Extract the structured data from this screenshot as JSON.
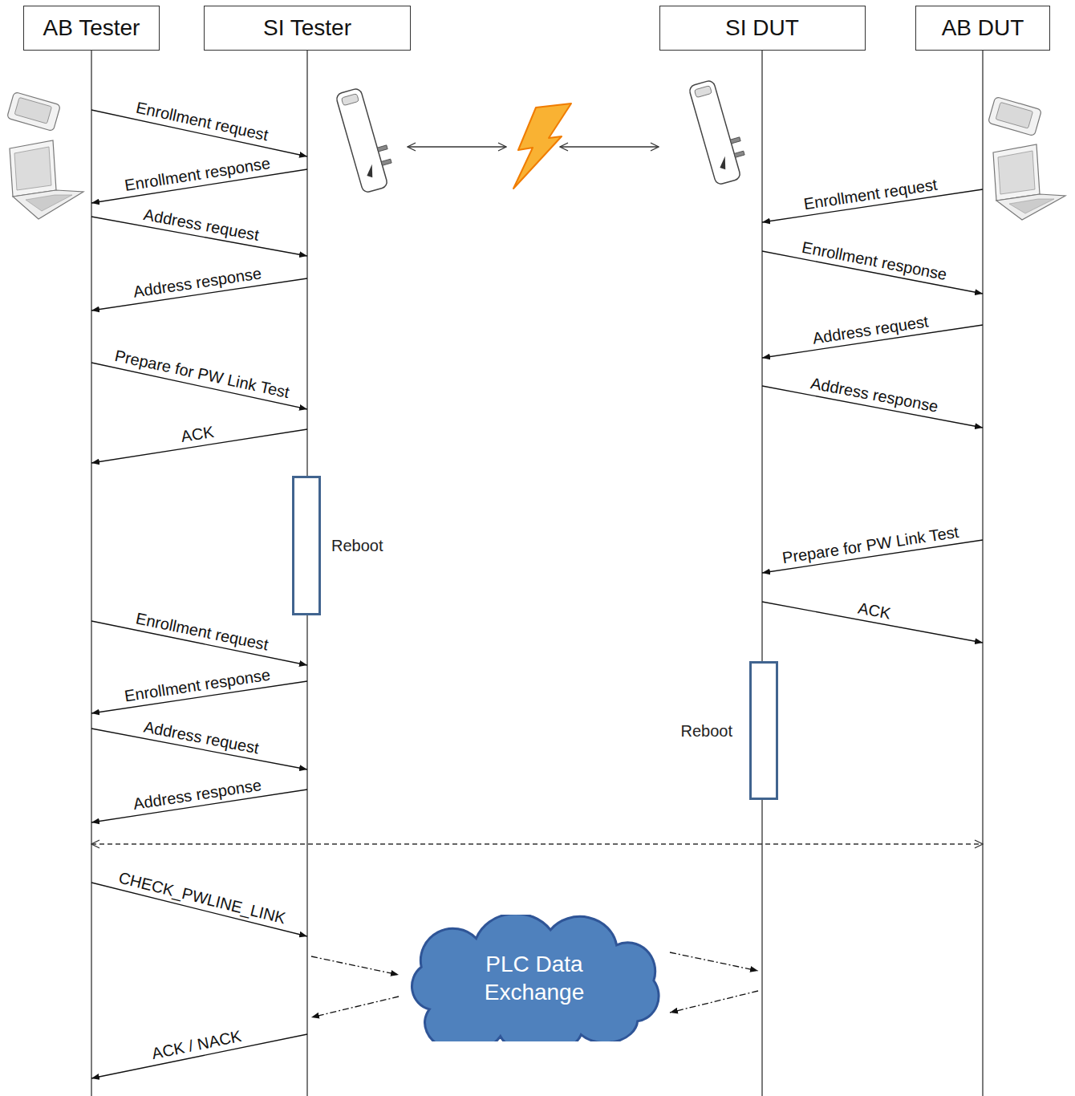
{
  "diagram": {
    "nodes": [
      {
        "text": [
          "AB Tester"
        ]
      },
      {
        "text": [
          "SI Tester"
        ]
      },
      {
        "text": [
          "SI DUT"
        ]
      },
      {
        "text": [
          "AB DUT"
        ]
      },
      {
        "text": [
          "Reboot"
        ]
      },
      {
        "text": [
          "Reboot"
        ]
      },
      {
        "text": [
          "PLC Data Exchange"
        ]
      }
    ],
    "edges": [
      {
        "from": 0,
        "to": 1,
        "label": "Enrollment request",
        "arrow": "to"
      },
      {
        "from": 1,
        "to": 0,
        "label": "Enrollment response",
        "arrow": "to"
      },
      {
        "from": 0,
        "to": 1,
        "label": "Address request",
        "arrow": "to"
      },
      {
        "from": 1,
        "to": 0,
        "label": "Address response",
        "arrow": "to"
      },
      {
        "from": 0,
        "to": 1,
        "label": "Prepare for PW Link Test",
        "arrow": "to"
      },
      {
        "from": 1,
        "to": 0,
        "label": "ACK",
        "arrow": "to"
      },
      {
        "from": 3,
        "to": 2,
        "label": "Enrollment request",
        "arrow": "to"
      },
      {
        "from": 2,
        "to": 3,
        "label": "Enrollment response",
        "arrow": "to"
      },
      {
        "from": 3,
        "to": 2,
        "label": "Address request",
        "arrow": "to"
      },
      {
        "from": 2,
        "to": 3,
        "label": "Address response",
        "arrow": "to"
      },
      {
        "from": 3,
        "to": 2,
        "label": "Prepare for PW Link Test",
        "arrow": "to"
      },
      {
        "from": 2,
        "to": 3,
        "label": "ACK",
        "arrow": "to"
      },
      {
        "from": 0,
        "to": 1,
        "label": "Enrollment request",
        "arrow": "to"
      },
      {
        "from": 1,
        "to": 0,
        "label": "Enrollment response",
        "arrow": "to"
      },
      {
        "from": 0,
        "to": 1,
        "label": "Address request",
        "arrow": "to"
      },
      {
        "from": 1,
        "to": 0,
        "label": "Address response",
        "arrow": "to"
      },
      {
        "from": 0,
        "to": 3,
        "arrow": "both"
      },
      {
        "from": 0,
        "to": 1,
        "label": "CHECK_PWLINE_LINK",
        "arrow": "to"
      },
      {
        "from": 1,
        "to": 6,
        "arrow": "to"
      },
      {
        "from": 6,
        "to": 2,
        "arrow": "to"
      },
      {
        "from": 2,
        "to": 6,
        "arrow": "to"
      },
      {
        "from": 6,
        "to": 1,
        "arrow": "to"
      },
      {
        "from": 1,
        "to": 0,
        "label": "ACK / NACK",
        "arrow": "to"
      }
    ]
  }
}
